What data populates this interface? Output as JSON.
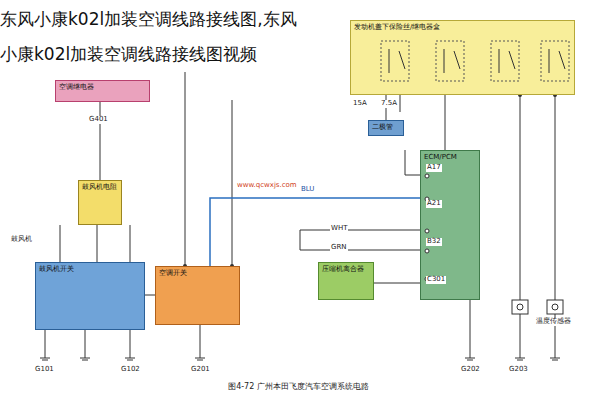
{
  "diagram": {
    "title": "东风小康k02l加装空调线路接线图,东风小康k02l加装空调线路接线图视频",
    "caption": "图4-72 广州本田飞度汽车空调系统电路",
    "nodes": [
      {
        "text": [
          "空调继电器"
        ]
      },
      {
        "text": [
          "鼓风机电阻"
        ]
      },
      {
        "text": [
          "鼓风机开关"
        ]
      },
      {
        "text": [
          "空调开关"
        ]
      },
      {
        "text": [
          "发动机盖下保险丝/继电器盒"
        ]
      },
      {
        "text": [
          "ECM/PCM"
        ]
      },
      {
        "text": [
          "压缩机离合器"
        ]
      },
      {
        "text": [
          "二极管"
        ]
      }
    ],
    "edges": [
      {
        "from": 0,
        "to": 1,
        "arrow": "none"
      },
      {
        "from": 1,
        "to": 2,
        "arrow": "none"
      },
      {
        "from": 2,
        "to": 3,
        "arrow": "none"
      },
      {
        "from": 3,
        "to": 5,
        "arrow": "none"
      },
      {
        "from": 4,
        "to": 5,
        "arrow": "none"
      },
      {
        "from": 6,
        "to": 5,
        "arrow": "none"
      },
      {
        "from": 7,
        "to": 4,
        "arrow": "none"
      }
    ],
    "labels": [
      "15A",
      "7.5A",
      "BLU",
      "WHT",
      "GRN",
      "A17",
      "A21",
      "B32",
      "C301",
      "G401",
      "G101",
      "G102",
      "G201",
      "G202",
      "G203",
      "鼓风机",
      "温度传感器",
      "www.qcwxjs.com"
    ]
  }
}
